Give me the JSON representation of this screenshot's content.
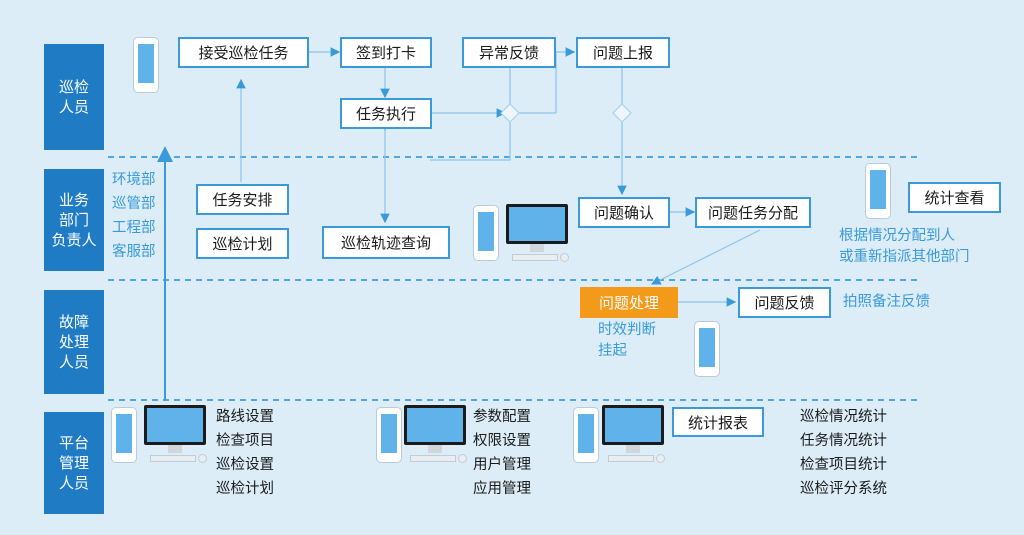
{
  "lanes": {
    "patrol": "巡检\n人员",
    "business": "业务\n部门\n负责人",
    "fault": "故障\n处理\n人员",
    "platform": "平台\n管理\n人员"
  },
  "departments": "环境部\n巡管部\n工程部\n客服部",
  "boxes": {
    "accept_task": "接受巡检任务",
    "sign_in": "签到打卡",
    "abnormal_feedback": "异常反馈",
    "problem_report": "问题上报",
    "task_execute": "任务执行",
    "task_arrange": "任务安排",
    "patrol_plan": "巡检计划",
    "track_query": "巡检轨迹查询",
    "problem_confirm": "问题确认",
    "problem_assign": "问题任务分配",
    "stats_view": "统计查看",
    "problem_handle": "问题处理",
    "problem_feedback": "问题反馈",
    "stats_report": "统计报表"
  },
  "notes": {
    "reassign": "根据情况分配到人\n或重新指派其他部门",
    "photo_feedback": "拍照备注反馈",
    "timeliness": "时效判断\n挂起"
  },
  "platform_lists": {
    "route": "路线设置\n检查项目\n巡检设置\n巡检计划",
    "config": "参数配置\n权限设置\n用户管理\n应用管理",
    "stats": "巡检情况统计\n任务情况统计\n检查项目统计\n巡检评分系统"
  },
  "icons": [
    "phone-icon",
    "desktop-computer-icon"
  ],
  "colors": {
    "lane": "#1f7cc4",
    "border": "#3a9ad9",
    "highlight": "#f39a1a",
    "background": "#dcedf8"
  }
}
